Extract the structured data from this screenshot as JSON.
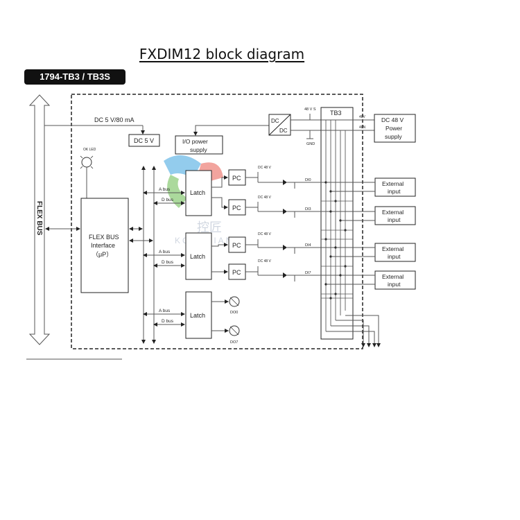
{
  "title": "FXDIM12 block diagram",
  "model_tab": "1794-TB3 / TB3S",
  "labels": {
    "flex_bus_vertical": "FLEX BUS",
    "dc_supply": "DC 5 V/80 mA",
    "dc5v": "DC 5 V",
    "ok_led": "OK LED",
    "io_power_line1": "I/O power",
    "io_power_line2": "supply",
    "dcdc_top": "DC",
    "dcdc_bottom": "DC",
    "v48s": "48 V S",
    "gnd": "GND",
    "tb3": "TB3",
    "p48v": "48V",
    "n48v": "48N",
    "power_line1": "DC 48 V",
    "power_line2": "Power",
    "power_line3": "supply",
    "flex_if_line1": "FLEX BUS",
    "flex_if_line2": "Interface",
    "flex_if_line3": "（μP）",
    "latch": "Latch",
    "pc": "PC",
    "abus": "A bus",
    "dbus": "D bus",
    "dc48v_small": "DC 48 V",
    "external_line1": "External",
    "external_line2": "input",
    "di0": "DI0",
    "di3": "DI3",
    "di4": "DI4",
    "di7": "DI7",
    "do0": "DO0",
    "do7": "DO7",
    "watermark_cn": "控匠",
    "watermark_en": "KONGJIANG"
  }
}
